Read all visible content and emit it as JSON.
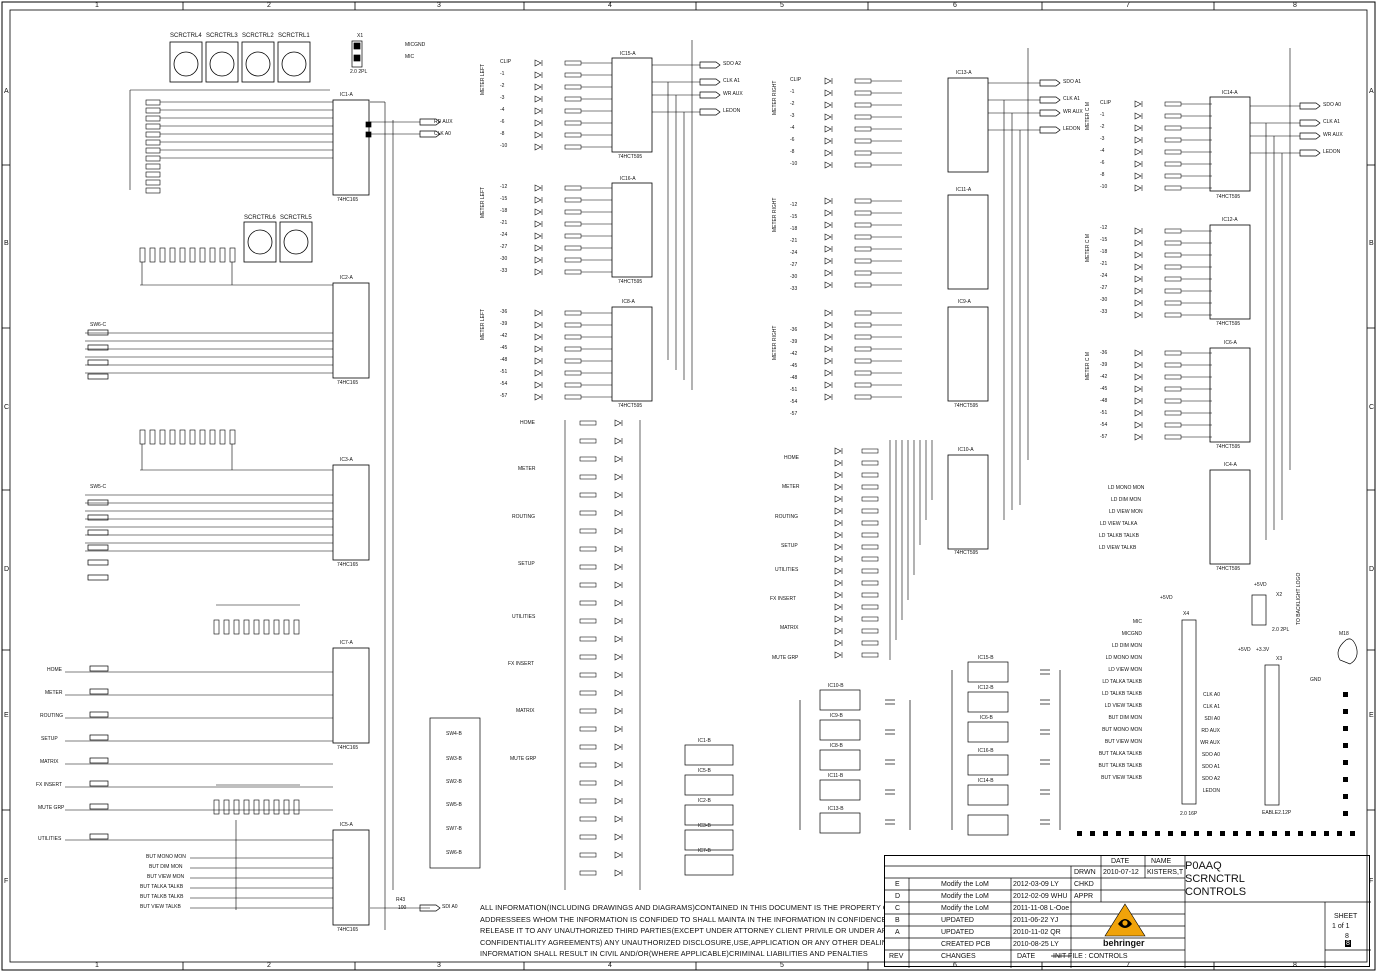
{
  "grid": {
    "columns": [
      "1",
      "2",
      "3",
      "4",
      "5",
      "6",
      "7",
      "8"
    ],
    "rows": [
      "A",
      "B",
      "C",
      "D",
      "E",
      "F"
    ]
  },
  "title_block": {
    "project": "P0AAQ",
    "board": "SCRNCTRL",
    "section": "CONTROLS",
    "date_header": "DATE",
    "name_header": "NAME",
    "drawn_label": "DRWN",
    "drawn_date": "2010-07-12",
    "drawn_name": "KISTERS,T",
    "checked_label": "CHKD",
    "approved_label": "APPR",
    "sheet_label": "SHEET",
    "sheet_value": "1   of   1",
    "sheet_num_top": "8",
    "sheet_num_bottom": "8",
    "file_label": "INIT   FILE :  CONTROLS",
    "rev_header": "REV",
    "changes_header": "CHANGES",
    "date_col_header": "DATE",
    "logo_text": "behringer"
  },
  "revisions": [
    {
      "rev": "E",
      "change": "Modify the LoM",
      "date": "2012-03-09 LY"
    },
    {
      "rev": "D",
      "change": "Modify the LoM",
      "date": "2012-02-09 WHU"
    },
    {
      "rev": "C",
      "change": "Modify the LoM",
      "date": "2011-11-08 L-Ooe"
    },
    {
      "rev": "B",
      "change": "UPDATED",
      "date": "2011-06-22 YJ"
    },
    {
      "rev": "A",
      "change": "UPDATED",
      "date": "2010-11-02 QR"
    },
    {
      "rev": "",
      "change": "CREATED PCB",
      "date": "2010-08-25 LY"
    }
  ],
  "disclaimer": [
    "ALL INFORMATION(INCLUDING DRAWINGS AND DIAGRAMS)CONTAINED IN THIS DOCUMENT IS THE PROPERTY OF BEHRINGER",
    "ADDRESSEES WHOM THE INFORMATION IS CONFIDED TO SHALL MAINTA IN THE INFORMATION IN CONFIDENCE AND SHALL NOT",
    "RELEASE IT TO ANY UNAUTHORIZED THIRD PARTIES(EXCEPT UNDER ATTORNEY CLIENT PRIVILE OR UNDER APPROPRIATE",
    "CONFIDENTIALITY AGREEMENTS) ANY UNAUTHORIZED DISCLOSURE,USE,APPLICATION OR ANY OTHER DEALINGS IN THE",
    "INFORMATION SHALL RESULT IN CIVIL AND/OR(WHERE APPLICABLE)CRIMINAL LIABILITIES  AND PENALTIES"
  ],
  "chips": {
    "ic1": "IC1-A",
    "ic2": "IC2-A",
    "ic3": "IC3-A",
    "ic7": "IC7-A",
    "ic5": "IC5-A",
    "ic15": "IC15-A",
    "ic16": "IC16-A",
    "ic8": "IC8-A",
    "ic13": "IC13-A",
    "ic11": "IC11-A",
    "ic9": "IC9-A",
    "ic10": "IC10-A",
    "ic14": "IC14-A",
    "ic12": "IC12-A",
    "ic6": "IC6-A",
    "ic4": "IC4-A",
    "hc165": "74HC165",
    "hct595": "74HCT595"
  },
  "controls": {
    "scrctrl_top": [
      "SCRCTRL4",
      "SCRCTRL3",
      "SCRCTRL2",
      "SCRCTRL1"
    ],
    "scrctrl_mid": [
      "SCRCTRL6",
      "SCRCTRL5"
    ],
    "x1": "X1",
    "x1_type": "2.0 2PL",
    "micgnd": "MICGND",
    "mic": "MIC",
    "rd_aux": "RD AUX",
    "clk_a0": "CLK A0",
    "sdi_a0_left": "SDI A0",
    "sw6c": "SW6-C",
    "sw5c": "SW5-C"
  },
  "buttons_left": [
    "HOME",
    "METER",
    "ROUTING",
    "SETUP",
    "MATRIX",
    "FX INSERT",
    "MUTE GRP",
    "UTILITIES"
  ],
  "buttons_left_mon": [
    "BUT MONO MON",
    "BUT DIM MON",
    "BUT VIEW MON",
    "BUT TALKA TALKB",
    "BUT TALKB TALKB",
    "BUT VIEW TALKB"
  ],
  "meter_labels": {
    "left": "METER LEFT",
    "right": "METER RIGHT",
    "cm": "METER C M"
  },
  "meter_values": [
    "CLIP",
    "-1",
    "-2",
    "-3",
    "-4",
    "-6",
    "-8",
    "-10",
    "-12",
    "-15",
    "-18",
    "-21",
    "-24",
    "-27",
    "-30",
    "-33",
    "-36",
    "-39",
    "-42",
    "-45",
    "-48",
    "-51",
    "-54",
    "-57"
  ],
  "net_labels_top": {
    "sdo_a2": "SDO A2",
    "clk_a1_m": "CLK A1",
    "wr_aux_m": "WR AUX",
    "ledon_m": "LEDON",
    "sdo_a1": "SDO A1",
    "clk_a1": "CLK A1",
    "wr_aux": "WR AUX",
    "ledon": "LEDON",
    "sdo_a0": "SDO A0",
    "clk_a1_r": "CLK A1",
    "wr_aux_r": "WR AUX",
    "ledon_r": "LEDON"
  },
  "mid_buttons": [
    "HOME",
    "METER",
    "ROUTING",
    "SETUP",
    "UTILITIES",
    "FX INSERT",
    "MATRIX",
    "MUTE GRP"
  ],
  "right_leds": [
    "LD MONO MON",
    "LD DIM MON",
    "LD VIEW MON",
    "LD VIEW TALKA",
    "LD TALKB TALKB",
    "LD VIEW TALKB"
  ],
  "x4_nets": [
    "MIC",
    "MICGND",
    "LD DIM MON",
    "LD MONO MON",
    "LD VIEW MON",
    "LD TALKA TALKB",
    "LD TALKB TALKB",
    "LD VIEW TALKB",
    "BUT DIM MON",
    "BUT MONO MON",
    "BUT VIEW MON",
    "BUT TALKA TALKB",
    "BUT TALKB TALKB",
    "BUT VIEW TALKB"
  ],
  "x3_nets": [
    "CLK A0",
    "CLK A1",
    "SDI A0",
    "RD AUX",
    "WR AUX",
    "SDO A0",
    "SDO A1",
    "SDO A2",
    "LEDON"
  ],
  "connectors": {
    "x4": "X4",
    "x4_type": "2.0 16P",
    "x3": "X3",
    "x3_type": "EABLE2.12P",
    "x2": "X2",
    "x2_type": "2.0 2PL",
    "backlight": "TO BACKLIGHT LOGO",
    "m18": "M18",
    "gnd": "GND",
    "plus5vd": "+5VD",
    "plus33v": "+3.3V",
    "sdi_a0_bottom": "SDI A0",
    "r43": "R43",
    "r43_val": "100"
  },
  "power_chips": [
    "IC10-B",
    "IC9-B",
    "IC8-B",
    "IC11-B",
    "IC13-B",
    "IC15-B",
    "IC12-B",
    "IC6-B",
    "IC16-B",
    "IC14-B"
  ],
  "hc165_power": [
    "IC1-B",
    "IC5-B",
    "IC2-B",
    "IC3-B",
    "IC7-B"
  ],
  "mid_switch_chips": [
    "SW4-B",
    "SW3-B",
    "SW2-B",
    "SW5-B",
    "SW7-B",
    "SW6-B"
  ]
}
